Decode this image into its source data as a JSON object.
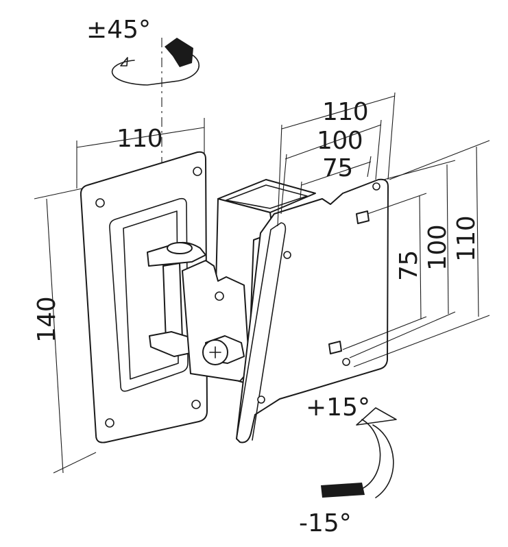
{
  "wall_plate": {
    "width_label": "110",
    "height_label": "140"
  },
  "rotation": {
    "swivel_label": "±45°",
    "tilt_up_label": "+15°",
    "tilt_down_label": "-15°"
  },
  "vesa": {
    "horizontal_labels": [
      "110",
      "100",
      "75"
    ],
    "vertical_labels": [
      "75",
      "100",
      "110"
    ]
  },
  "colors": {
    "line": "#1a1a1a",
    "background": "#ffffff",
    "arrow_fill": "#1a1a1a"
  }
}
